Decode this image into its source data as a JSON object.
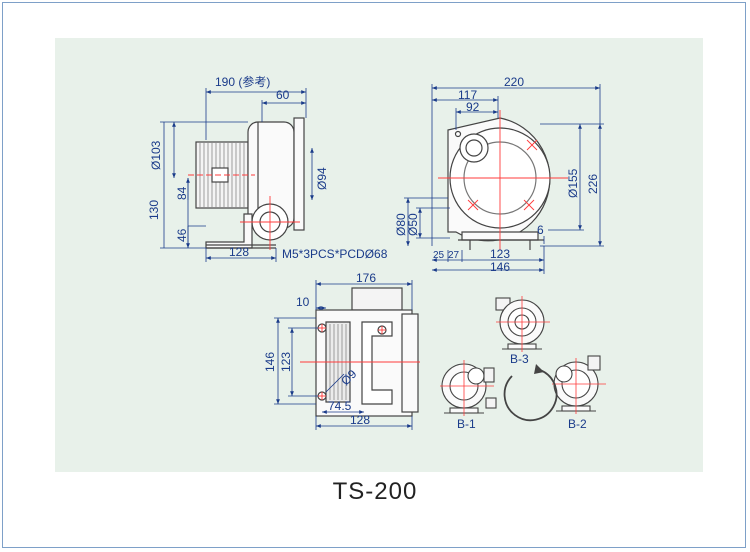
{
  "caption": {
    "model": "TS-200"
  },
  "view_front": {
    "overall_width": "190 (参考)",
    "outlet_depth": "60",
    "dia_103": "Ø103",
    "dia_94": "Ø94",
    "height_84": "84",
    "height_130": "130",
    "height_46": "46",
    "base_128": "128",
    "mount_spec": "M5*3PCS*PCDØ68"
  },
  "view_side": {
    "width_220": "220",
    "width_117": "117",
    "width_92": "92",
    "dia_155": "Ø155",
    "height_226": "226",
    "dia_80": "Ø80",
    "dia_50": "Ø50",
    "height_6": "6",
    "base_25": "25",
    "base_27": "27",
    "base_123": "123",
    "base_146": "146"
  },
  "view_bottom": {
    "width_176": "176",
    "flange_10": "10",
    "height_146": "146",
    "height_123": "123",
    "hole_9": "Ø9",
    "pitch_745": "74.5",
    "base_128": "128"
  },
  "orientations": {
    "b1": "B-1",
    "b2": "B-2",
    "b3": "B-3"
  }
}
